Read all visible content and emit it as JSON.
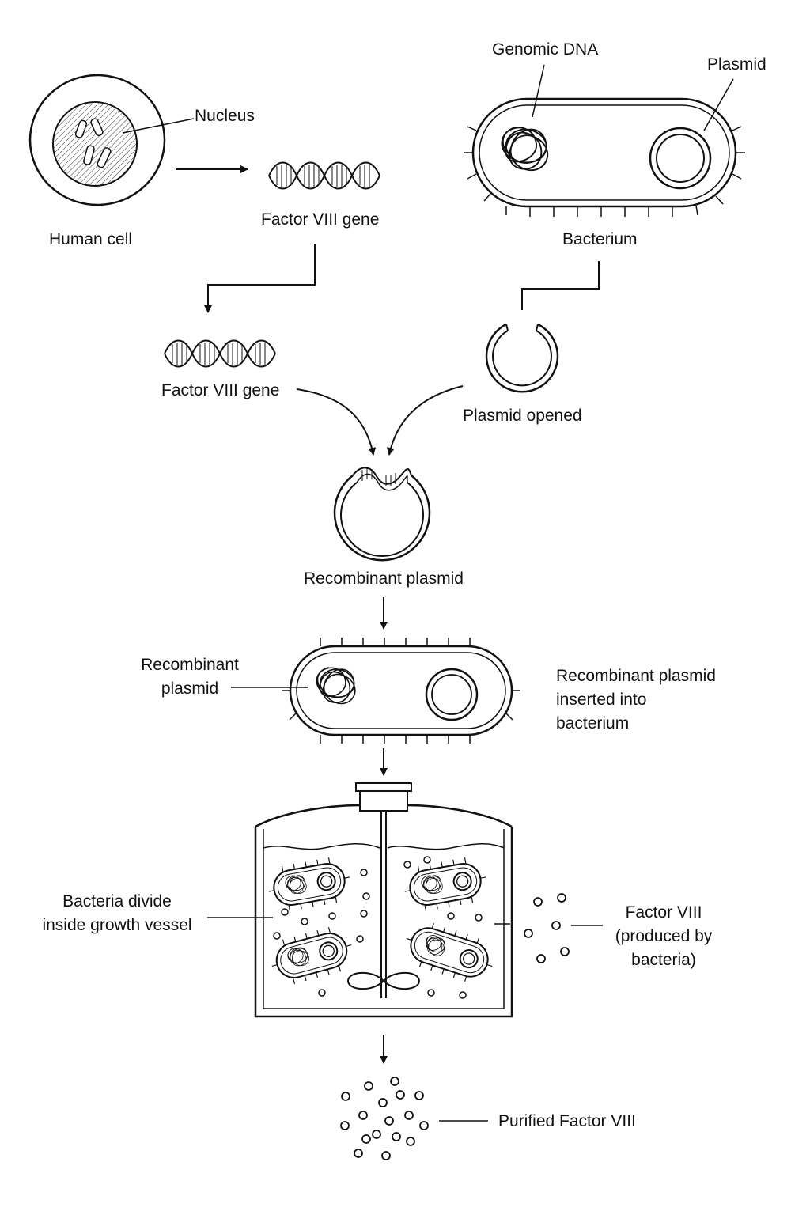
{
  "labels": {
    "genomic_dna": "Genomic DNA",
    "plasmid": "Plasmid",
    "nucleus": "Nucleus",
    "human_cell": "Human cell",
    "factor_viii_gene_1": "Factor VIII gene",
    "bacterium": "Bacterium",
    "factor_viii_gene_2": "Factor VIII gene",
    "plasmid_opened": "Plasmid opened",
    "recombinant_plasmid_1": "Recombinant plasmid",
    "recombinant_plasmid_2": "Recombinant\nplasmid",
    "inserted": "Recombinant plasmid\ninserted into\nbacterium",
    "bacteria_divide": "Bacteria divide\ninside growth vessel",
    "factor_viii_produced": "Factor VIII\n(produced by\nbacteria)",
    "purified": "Purified Factor VIII"
  }
}
